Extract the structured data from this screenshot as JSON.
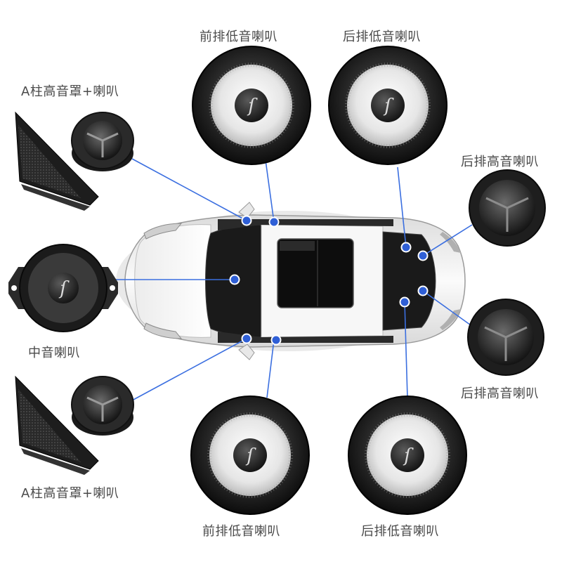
{
  "labels": {
    "a_pillar_top": "A柱高音罩+喇叭",
    "front_bass_top": "前排低音喇叭",
    "rear_bass_top": "后排低音喇叭",
    "rear_tweeter_right_top": "后排高音喇叭",
    "midrange": "中音喇叭",
    "rear_tweeter_right_bottom": "后排高音喇叭",
    "a_pillar_bottom": "A柱高音罩+喇叭",
    "front_bass_bottom": "前排低音喇叭",
    "rear_bass_bottom": "后排低音喇叭"
  },
  "colors": {
    "connector_line": "#3b6fe0",
    "connector_dot": "#2f5fd6",
    "label_text": "#4a4a4a",
    "car_body": "#f4f4f4",
    "glass": "#151515"
  },
  "icons": {
    "speaker_logo": "script-s-logo"
  }
}
